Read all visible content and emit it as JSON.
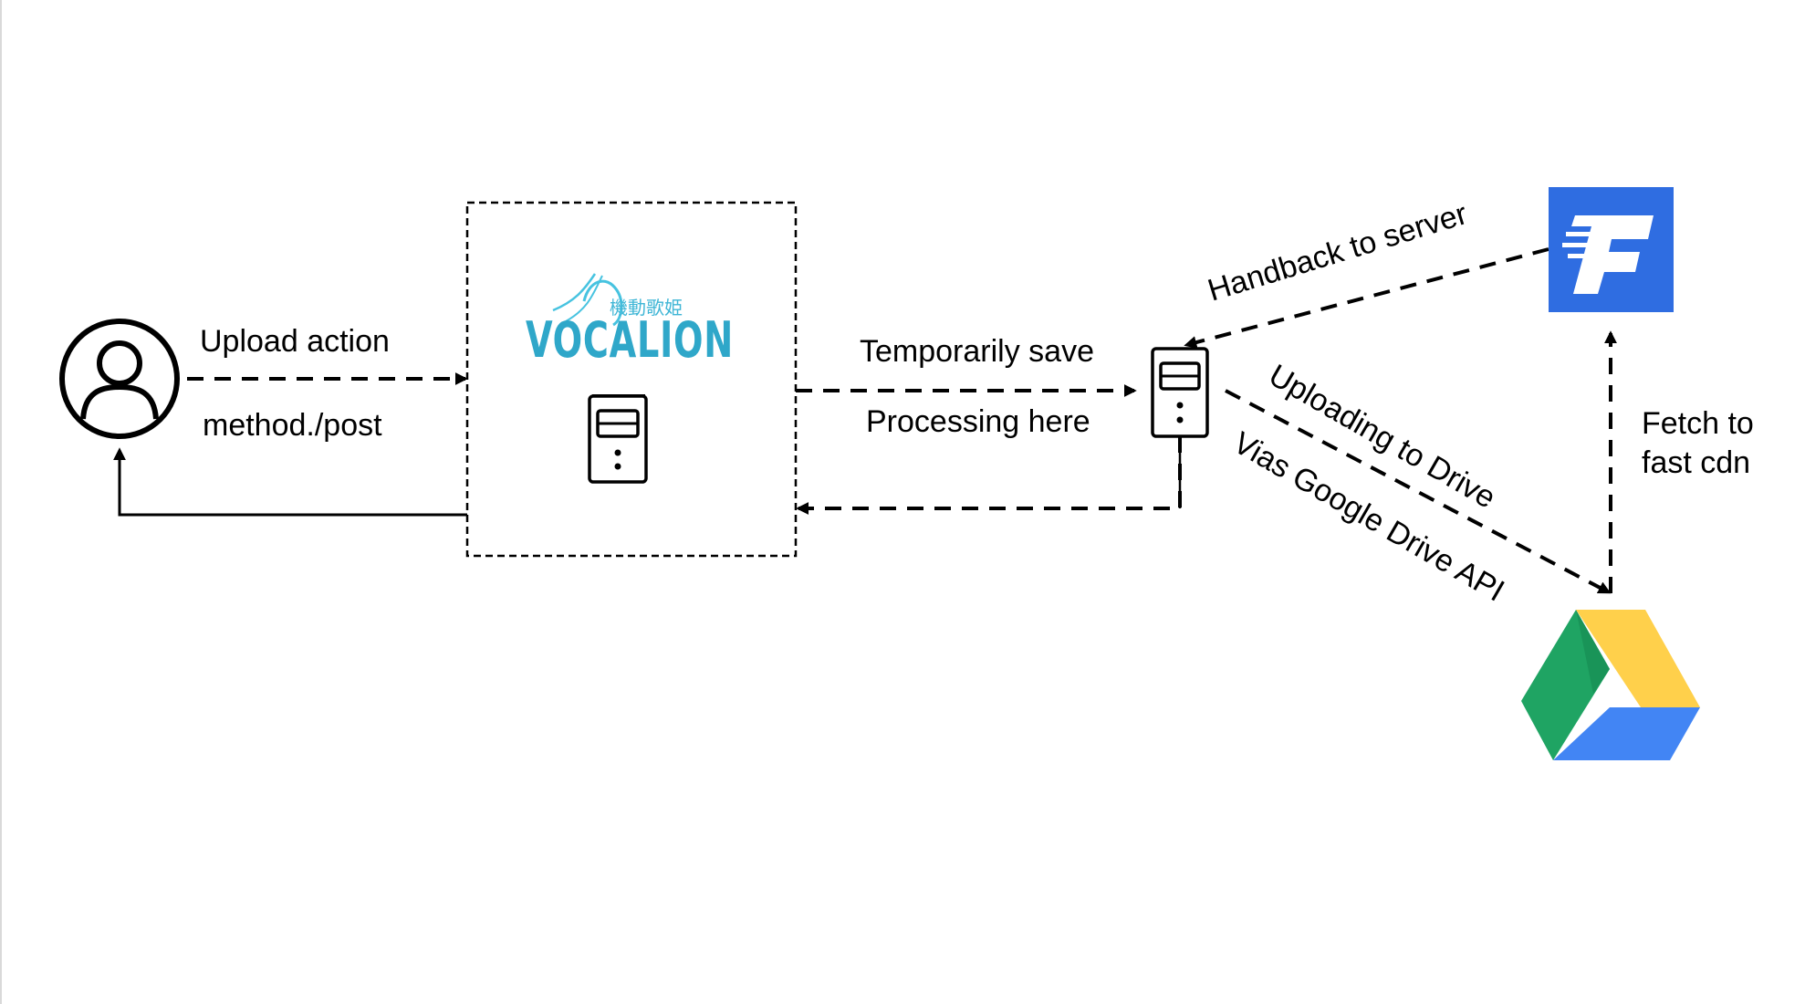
{
  "labels": {
    "upload_action": "Upload action",
    "method_post": "method./post",
    "temporarily_save": "Temporarily save",
    "processing_here": "Processing here",
    "handback_to_server": "Handback to server",
    "uploading_to_drive": "Uploading to Drive",
    "vias_google_drive_api": "Vias Google Drive API",
    "fetch_to": "Fetch to",
    "fast_cdn": "fast cdn"
  },
  "vocalion_logo": {
    "kanji": "機動歌姫",
    "word": "VOCALION"
  },
  "fast_cdn_logo": {
    "letter": "F"
  },
  "icons": [
    "user-avatar-icon",
    "server-icon",
    "server-icon",
    "fast-cdn-logo",
    "google-drive-logo"
  ],
  "colors": {
    "line": "#000000",
    "cdn_blue": "#2f6de1",
    "logo_teal": "#2fa7c9",
    "drive_green": "#1fa463",
    "drive_yellow": "#ffd04b",
    "drive_blue": "#4285f4"
  }
}
